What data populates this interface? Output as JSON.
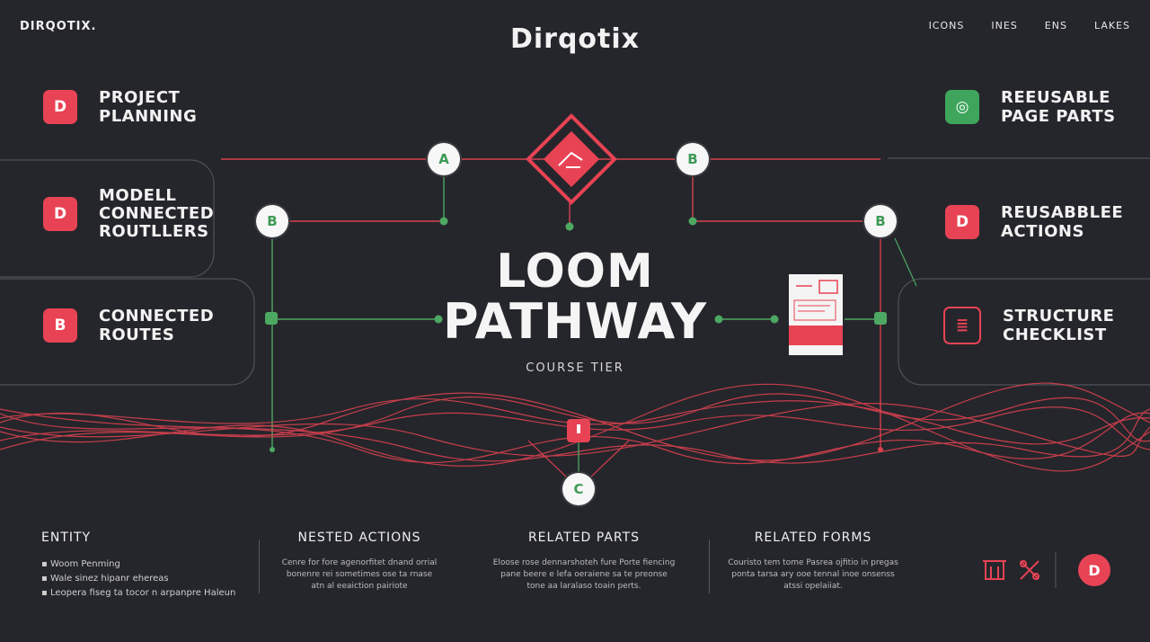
{
  "header": {
    "brand": "DIRQOTIX.",
    "title": "Dirqotix",
    "nav": [
      "ICONS",
      "INES",
      "ENS",
      "LAKES"
    ]
  },
  "left_features": [
    {
      "icon": "D",
      "lines": [
        "PROJECT",
        "PLANNING"
      ]
    },
    {
      "icon": "D",
      "lines": [
        "MODELL",
        "CONNECTED",
        "ROUTLLERS"
      ]
    },
    {
      "icon": "B",
      "lines": [
        "CONNECTED",
        "ROUTES"
      ]
    }
  ],
  "right_features": [
    {
      "icon": "◎",
      "lines": [
        "REEUSABLE",
        "PAGE PARTS"
      ]
    },
    {
      "icon": "D",
      "lines": [
        "REUSABBLEE",
        "ACTIONS"
      ]
    },
    {
      "icon": "≣",
      "lines": [
        "STRUCTURE",
        "CHECKLIST"
      ]
    }
  ],
  "diagram": {
    "title_line1": "LOOM",
    "title_line2": "PATHWAY",
    "subtitle": "COURSE TIER",
    "nodes": [
      "A",
      "B",
      "B",
      "B",
      "C"
    ]
  },
  "bottom": {
    "entity": {
      "head": "ENTITY",
      "items": [
        "Woom Penming",
        "Wale sinez hipanr ehereas",
        "Leopera fiseg ta tocor n arpanpre Haleun"
      ]
    },
    "columns": [
      {
        "head": "NESTED ACTIONS",
        "body": [
          "Cenre for fore agenorfitet dnand orrial",
          "bonenre rei sometimes ose ta rnase",
          "atn al eeaiction pairiote"
        ]
      },
      {
        "head": "RELATED PARTS",
        "body": [
          "Eloose rose dennarshoteh fure Porte fiencing",
          "pane beere e lefa oeraiene sa te preonse",
          "tone aa laralaso toain perts."
        ]
      },
      {
        "head": "RELATED FORMS",
        "body": [
          "Couristo tem tome Pasrea ojfitio in pregas",
          "ponta tarsa ary ooe tennal inoe onsenss",
          "atssi opelaiiat."
        ]
      }
    ]
  },
  "colors": {
    "accent_red": "#e84355",
    "accent_green": "#3fa55d",
    "background": "#25262b"
  }
}
